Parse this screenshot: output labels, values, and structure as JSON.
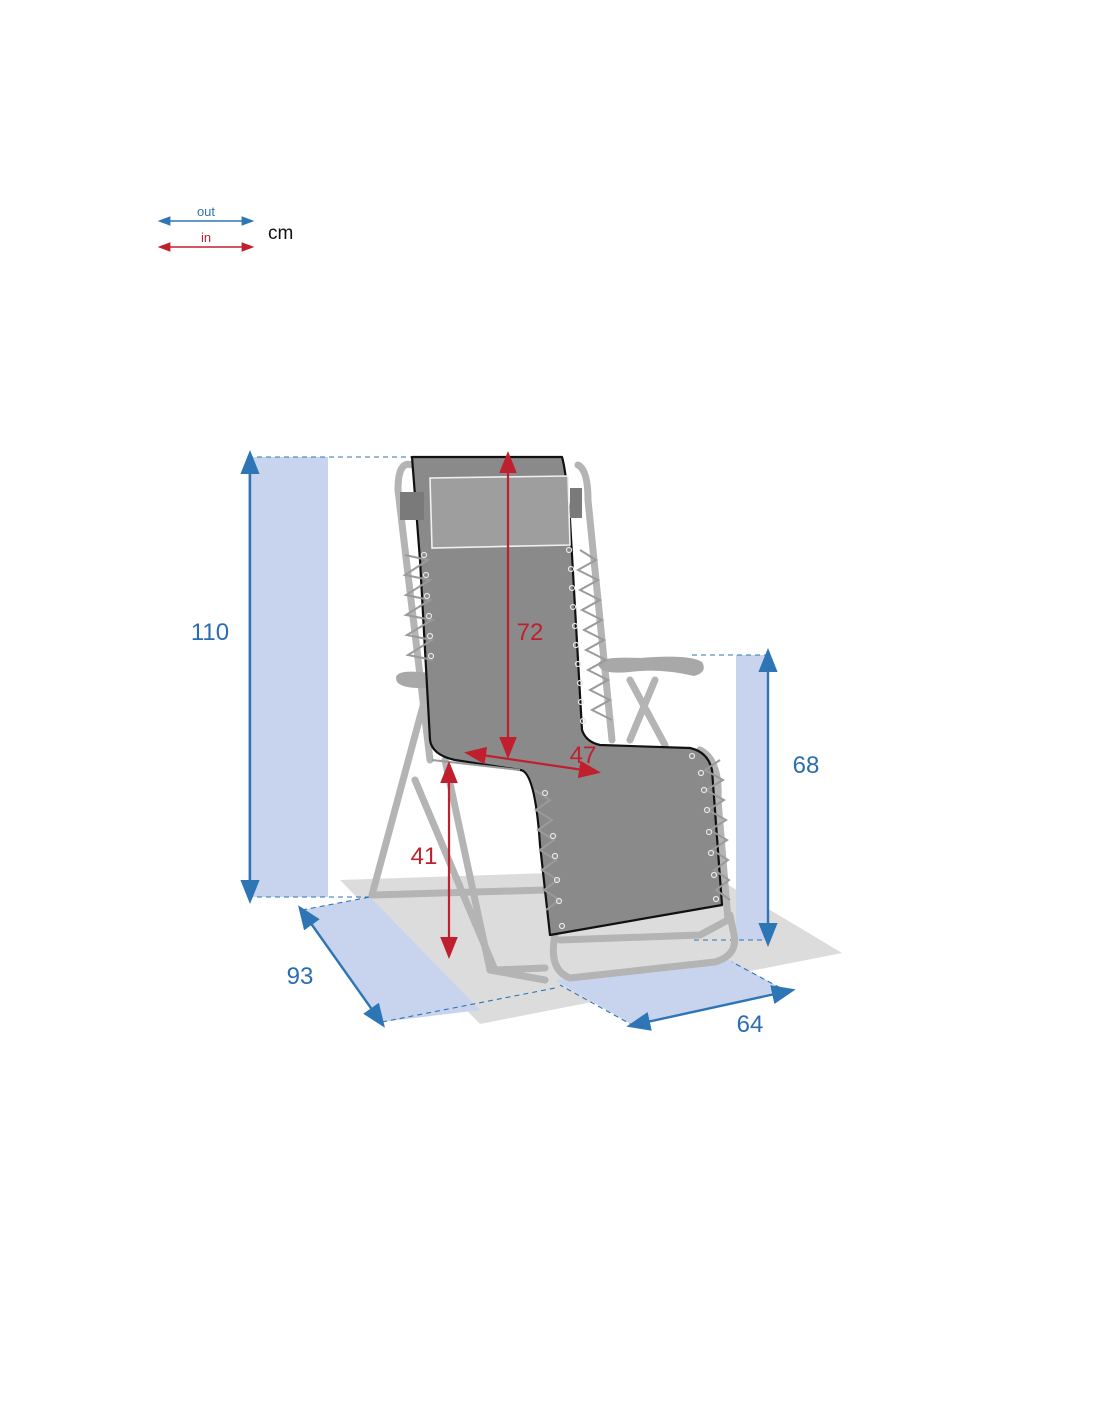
{
  "legend": {
    "outer": {
      "label": "out",
      "color": "#2e75b6"
    },
    "inner": {
      "label": "in",
      "color": "#c0202e"
    },
    "unit": "cm"
  },
  "colors": {
    "outer_dimension": "#2e75b6",
    "inner_dimension": "#c0202e",
    "dimension_band": "#c8d4ee",
    "floor_shadow": "#dcdcdc",
    "fabric": "#8a8a8a",
    "headrest": "#9e9e9e",
    "frame": "#b4b4b4"
  },
  "dimensions": {
    "outer": {
      "height": {
        "label": "110",
        "value": 110
      },
      "armrest_height": {
        "label": "68",
        "value": 68
      },
      "depth": {
        "label": "93",
        "value": 93
      },
      "width": {
        "label": "64",
        "value": 64
      }
    },
    "inner": {
      "backrest_height": {
        "label": "72",
        "value": 72
      },
      "seat_width": {
        "label": "47",
        "value": 47
      },
      "seat_height": {
        "label": "41",
        "value": 41
      }
    }
  },
  "subject": "reclining lounge chair with headrest"
}
